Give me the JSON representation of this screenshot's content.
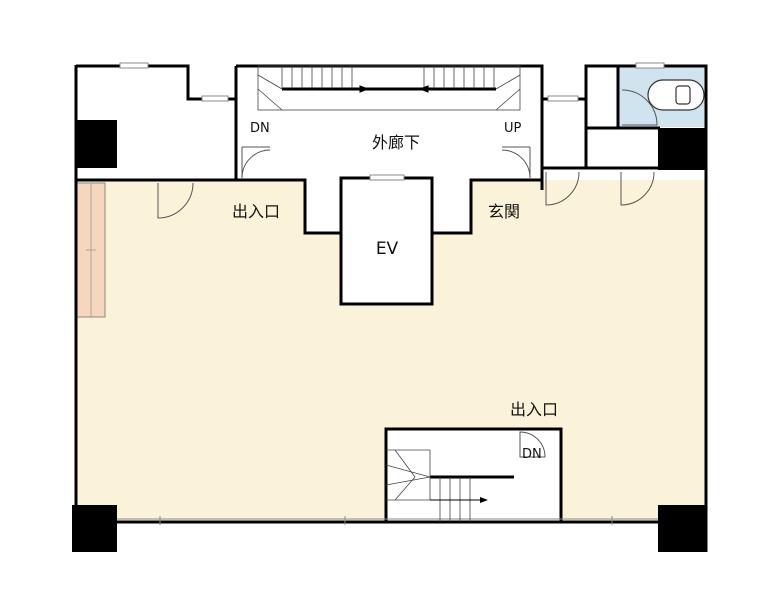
{
  "floorplan": {
    "labels": {
      "outer_corridor": "外廊下",
      "entrance_left": "出入口",
      "genkan": "玄関",
      "elevator": "EV",
      "entrance_bottom": "出入口",
      "dn_left": "DN",
      "up_right": "UP",
      "dn_bottom": "DN"
    },
    "colors": {
      "floor": "#fbf3d9",
      "wall": "#000000",
      "toilet_room": "#cfe4ef",
      "counter": "#f6d7bd",
      "background": "#ffffff"
    }
  }
}
